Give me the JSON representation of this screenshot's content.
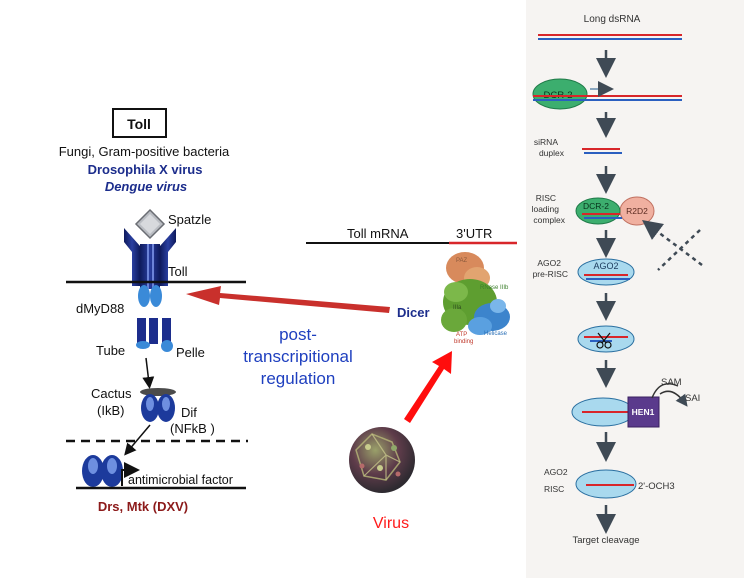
{
  "toll_pathway": {
    "box_label": "Toll",
    "ligands_line": "Fungi, Gram-positive bacteria",
    "virus_1": "Drosophila X virus",
    "virus_2": "Dengue virus",
    "spatzle": "Spatzle",
    "toll": "Toll",
    "dmyd88": "dMyD88",
    "tube": "Tube",
    "pelle": "Pelle",
    "cactus": "Cactus",
    "ikb": "(IkB)",
    "dif": "Dif",
    "nfkb": "(NFkB )",
    "gene": "antimicrobial factor",
    "outputs": "Drs, Mtk (DXV)"
  },
  "regulation": {
    "line1": "post-",
    "line2": "transcripitional",
    "line3": "regulation"
  },
  "center": {
    "mrna": "Toll mRNA",
    "utr": "3'UTR",
    "dicer": "Dicer",
    "virus": "Virus",
    "dicer_domains": {
      "paz": "PAZ",
      "rnase": "RNase IIIb",
      "iiia": "IIIa",
      "atp1": "ATP",
      "atp2": "binding",
      "helicase": "Helicase"
    }
  },
  "rnai": {
    "long": "Long dsRNA",
    "dcr2": "DCR-2",
    "sirna1": "siRNA",
    "sirna2": "duplex",
    "risc1": "RISC",
    "risc2": "loading",
    "risc3": "complex",
    "r2d2": "R2D2",
    "ago2pre1": "AGO2",
    "ago2pre2": "pre-RISC",
    "ago2": "AGO2",
    "sam": "SAM",
    "sah": "SAI",
    "hen1": "HEN1",
    "ago2risc1": "AGO2",
    "ago2risc2": "RISC",
    "och3": "2'-OCH3",
    "target": "Target cleavage"
  },
  "colors": {
    "navy": "#1c2d8c",
    "dark_red": "#8c1a1a",
    "arrow_red": "#d8262a",
    "blue_text": "#1e3fbf",
    "cell_blue": "#a9d9ee",
    "dcr_green": "#3cae6e",
    "r2d2_pink": "#f0b0a0",
    "hen1_purple": "#5a3a8c"
  }
}
